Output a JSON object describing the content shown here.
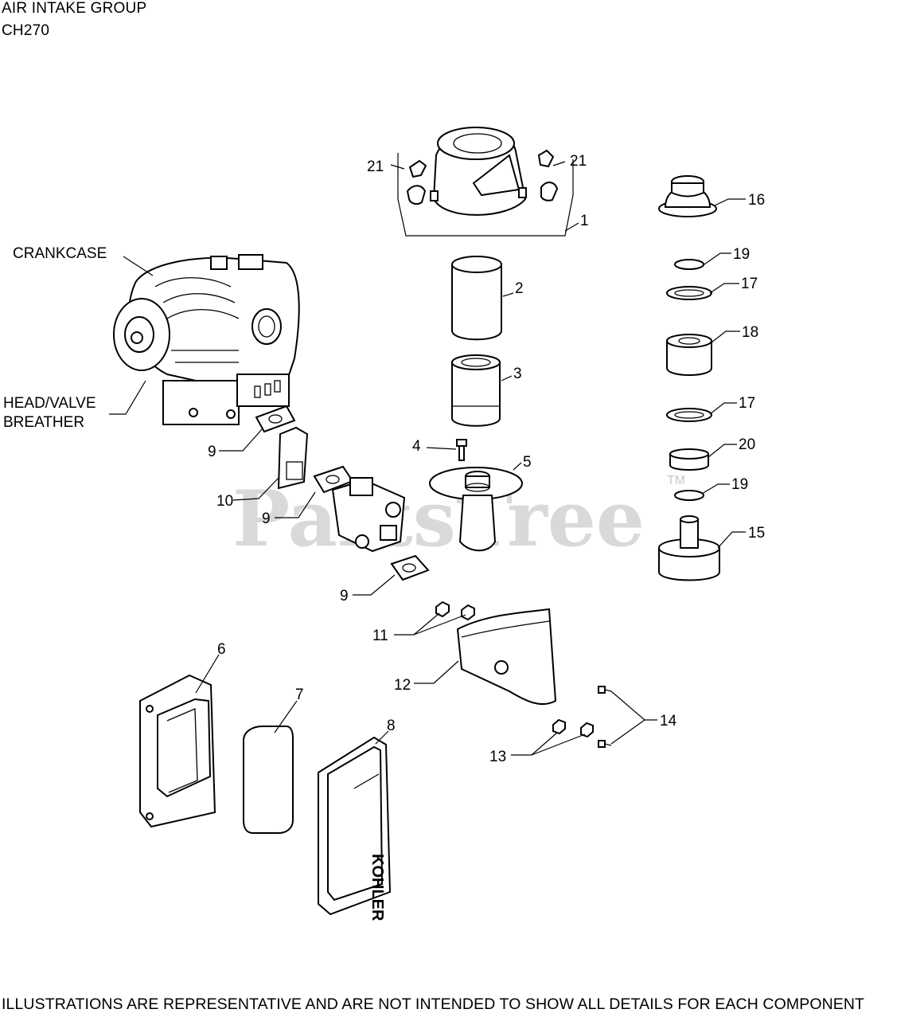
{
  "header": {
    "title": "AIR INTAKE GROUP",
    "model": "CH270"
  },
  "watermark": {
    "text": "PartsTree",
    "tm": "TM"
  },
  "callouts": {
    "crankcase": "CRANKCASE",
    "head_valve_1": "HEAD/VALVE",
    "head_valve_2": "BREATHER",
    "p1": "1",
    "p2": "2",
    "p3": "3",
    "p4": "4",
    "p5": "5",
    "p6": "6",
    "p7": "7",
    "p8": "8",
    "p9a": "9",
    "p9b": "9",
    "p9c": "9",
    "p10": "10",
    "p11": "11",
    "p12": "12",
    "p13": "13",
    "p14": "14",
    "p15": "15",
    "p16": "16",
    "p17a": "17",
    "p17b": "17",
    "p18": "18",
    "p19a": "19",
    "p19b": "19",
    "p20": "20",
    "p21a": "21",
    "p21b": "21"
  },
  "brand_text": "KOHLER",
  "footer": "ILLUSTRATIONS ARE REPRESENTATIVE AND ARE NOT INTENDED TO SHOW ALL DETAILS FOR EACH COMPONENT"
}
